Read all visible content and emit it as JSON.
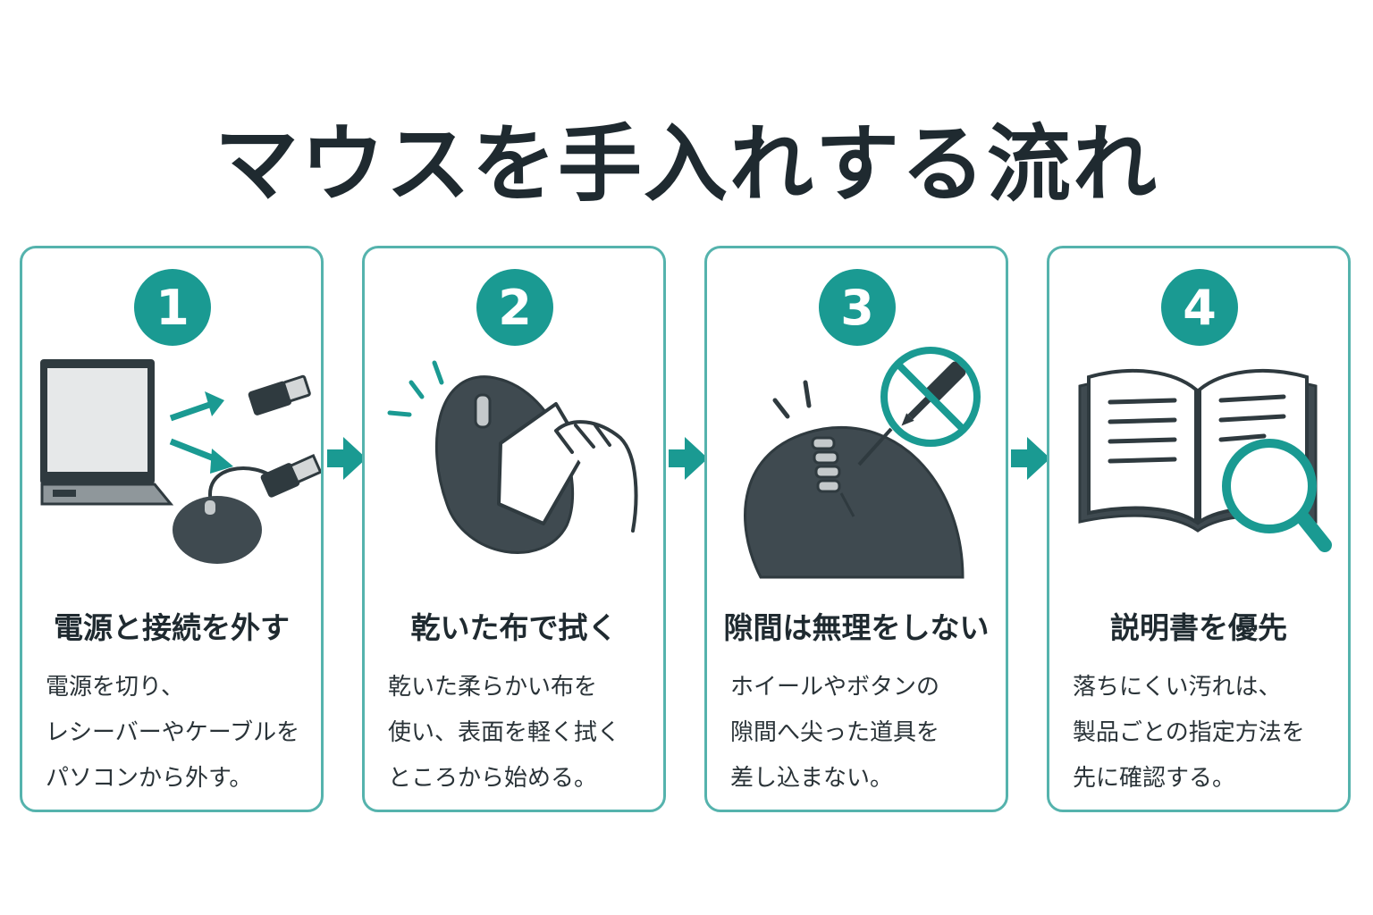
{
  "title": "マウスを手入れする流れ",
  "colors": {
    "accent": "#1a9a92",
    "border": "#55b3ad",
    "dark": "#2f3a3f",
    "text": "#1f2a30"
  },
  "steps": [
    {
      "number": "1",
      "heading": "電源と接続を外す",
      "lines": [
        "電源を切り、",
        "レシーバーやケーブルを",
        "パソコンから外す。"
      ],
      "illustration": "laptop-usb-mouse-icon"
    },
    {
      "number": "2",
      "heading": "乾いた布で拭く",
      "lines": [
        "乾いた柔らかい布を",
        "使い、表面を軽く拭く",
        "ところから始める。"
      ],
      "illustration": "hand-wiping-mouse-icon"
    },
    {
      "number": "3",
      "heading": "隙間は無理をしない",
      "lines": [
        "ホイールやボタンの",
        "隙間へ尖った道具を",
        "差し込まない。"
      ],
      "illustration": "no-sharp-tool-icon"
    },
    {
      "number": "4",
      "heading": "説明書を優先",
      "lines": [
        "落ちにくい汚れは、",
        "製品ごとの指定方法を",
        "先に確認する。"
      ],
      "illustration": "manual-magnifier-icon"
    }
  ]
}
